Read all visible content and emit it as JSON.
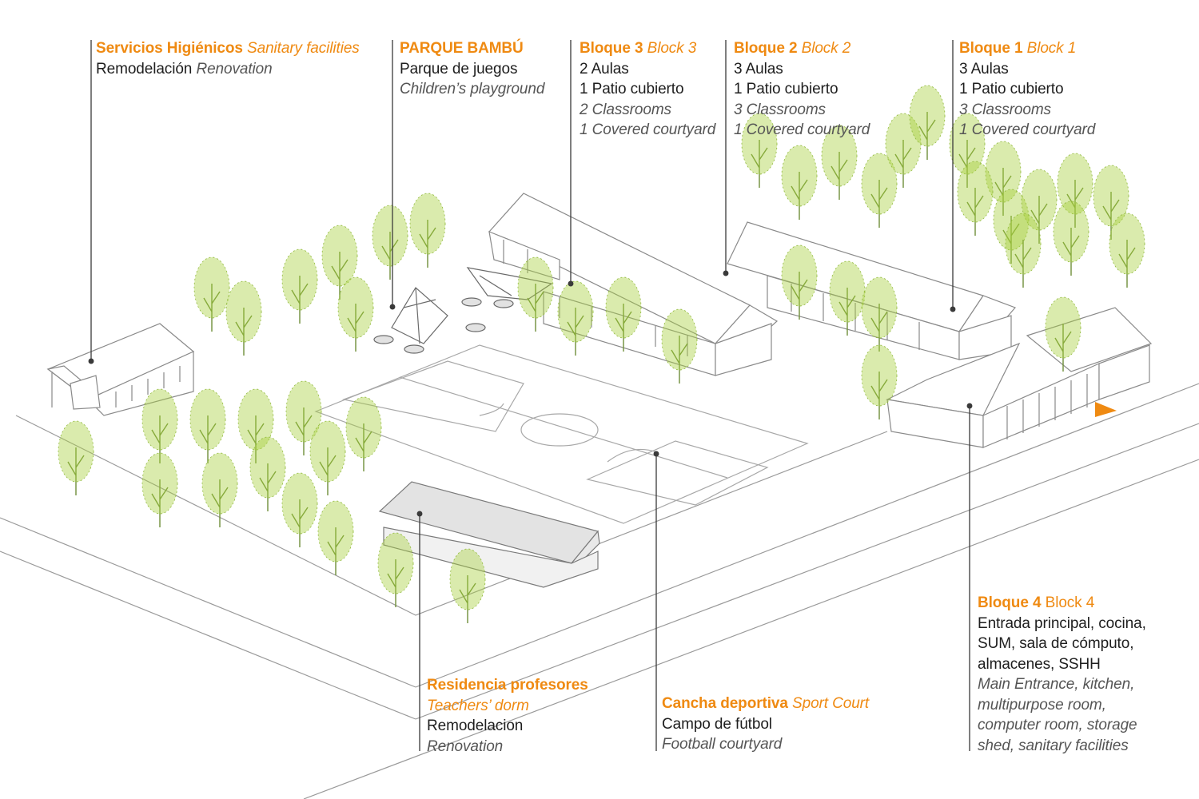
{
  "colors": {
    "accent": "#ef8a12",
    "text": "#1e1e1e",
    "secondary_text": "#555555",
    "leader_line": "#3a3a3a",
    "tree_foliage": "#a8cf3c",
    "linework": "#9a9a9a",
    "dorm_fill": "#e3e3e3"
  },
  "labels": {
    "sanitary": {
      "title_es": "Servicios Higiénicos",
      "title_en": "Sanitary facilities",
      "line1_es": "Remodelación",
      "line1_en": "Renovation"
    },
    "park": {
      "title": "PARQUE BAMBÚ",
      "line1": "Parque de juegos",
      "line2": "Children’s playground"
    },
    "block3": {
      "title_es": "Bloque 3",
      "title_en": "Block 3",
      "line1": "2 Aulas",
      "line2": "1 Patio cubierto",
      "line3": "2 Classrooms",
      "line4": "1 Covered courtyard"
    },
    "block2": {
      "title_es": "Bloque 2",
      "title_en": "Block 2",
      "line1": "3 Aulas",
      "line2": "1 Patio cubierto",
      "line3": "3 Classrooms",
      "line4": "1 Covered courtyard"
    },
    "block1": {
      "title_es": "Bloque 1",
      "title_en": "Block 1",
      "line1": "3 Aulas",
      "line2": "1 Patio cubierto",
      "line3": "3 Classrooms",
      "line4": "1 Covered courtyard"
    },
    "block4": {
      "title_es": "Bloque 4",
      "title_en": "Block 4",
      "line1": "Entrada principal, cocina,",
      "line2": "SUM, sala de cómputo,",
      "line3": "almacenes, SSHH",
      "line4": "Main Entrance, kitchen,",
      "line5": "multipurpose room,",
      "line6": "computer room, storage",
      "line7": "shed, sanitary facilities"
    },
    "dorm": {
      "title": "Residencia profesores",
      "subtitle": "Teachers’ dorm",
      "line1": "Remodelacion",
      "line2": "Renovation"
    },
    "court": {
      "title_es": "Cancha deportiva",
      "title_en": "Sport Court",
      "line1": "Campo de fútbol",
      "line2": "Football courtyard"
    }
  }
}
